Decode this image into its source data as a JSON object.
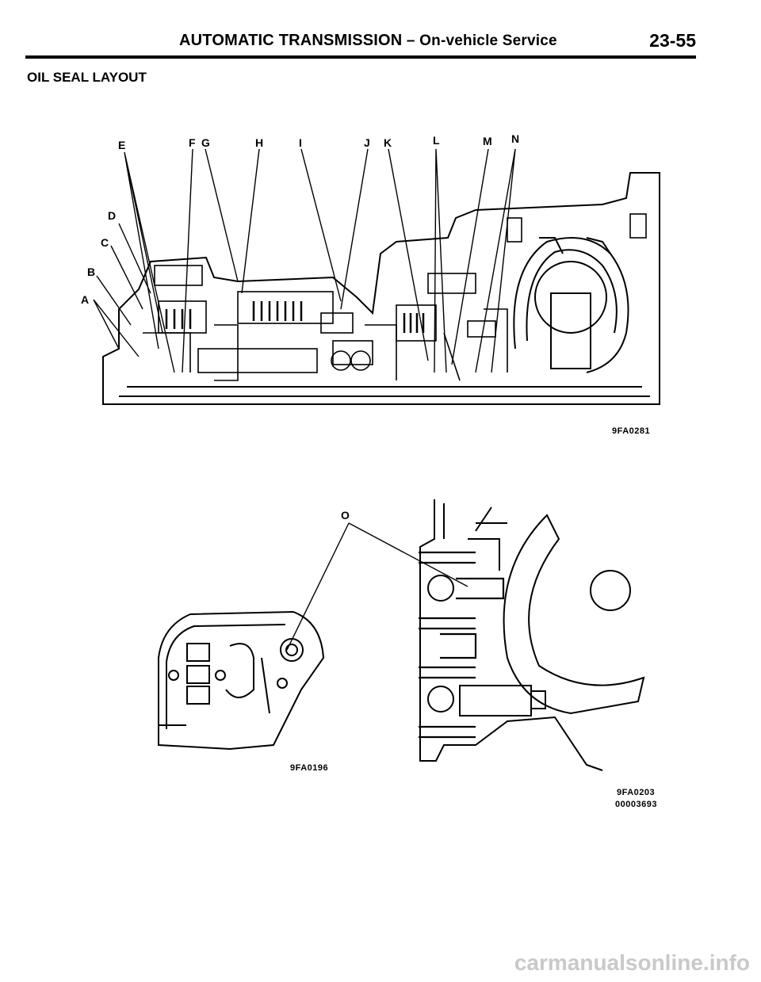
{
  "header": {
    "title_main": "AUTOMATIC TRANSMISSION",
    "title_dash": " – ",
    "title_sub": "On-vehicle Service",
    "page_number": "23-55"
  },
  "section_title": "OIL SEAL LAYOUT",
  "figure_top": {
    "callouts": [
      "A",
      "B",
      "C",
      "D",
      "E",
      "F",
      "G",
      "H",
      "I",
      "J",
      "K",
      "L",
      "M",
      "N"
    ],
    "code": "9FA0281"
  },
  "figure_bottom_left": {
    "callout": "O",
    "code": "9FA0196"
  },
  "figure_bottom_right": {
    "code": "9FA0203",
    "doc_number": "00003693"
  },
  "watermark": "carmanualsonline.info"
}
